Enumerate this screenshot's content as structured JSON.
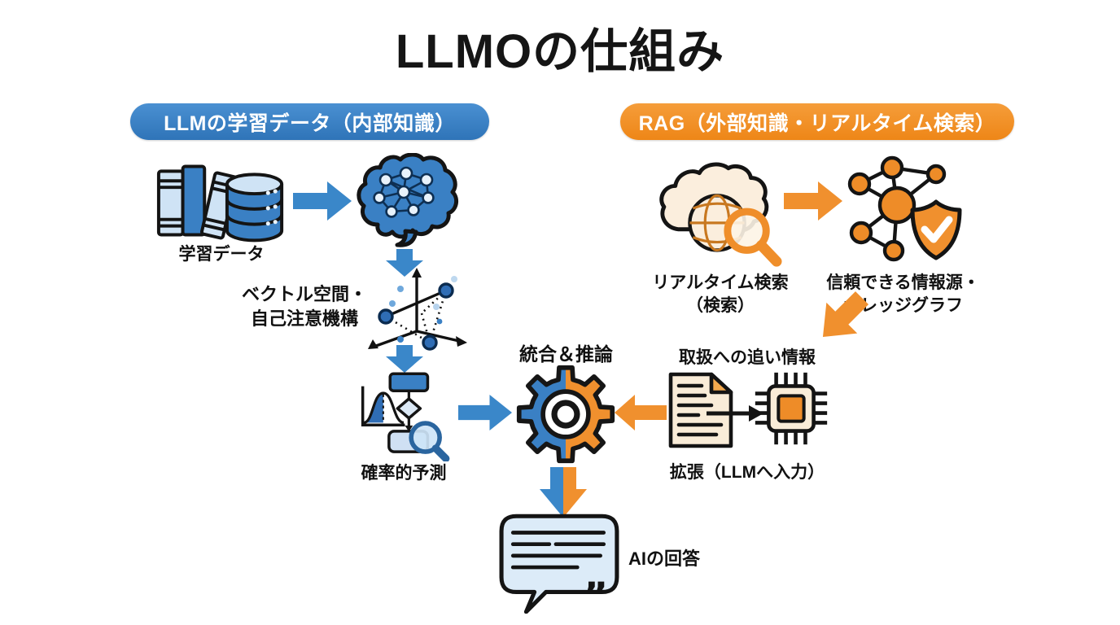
{
  "title": "LLMOの仕組み",
  "colors": {
    "blue": "#3a80c4",
    "orange": "#f0902e",
    "black": "#111111"
  },
  "headers": {
    "llm": "LLMの学習データ（内部知識）",
    "rag": "RAG（外部知識・リアルタイム検索）"
  },
  "nodes": {
    "training_data": {
      "label": "学習データ",
      "icon": "books-database-icon"
    },
    "brain": {
      "icon": "brain-network-icon"
    },
    "vector_space": {
      "line1": "ベクトル空間・",
      "line2": "自己注意機構",
      "icon": "vector-space-icon"
    },
    "probabilistic": {
      "label": "確率的予測",
      "icon": "flowchart-magnifier-icon"
    },
    "integration": {
      "label": "統合＆推論",
      "icon": "gear-icon"
    },
    "realtime": {
      "line1": "リアルタイム検索",
      "line2": "（検索）",
      "icon": "cloud-globe-search-icon"
    },
    "trusted": {
      "line1": "信頼できる情報源・",
      "line2": "ナレッジグラフ",
      "icon": "knowledge-graph-shield-icon"
    },
    "context": {
      "label": "取扱への追い情報"
    },
    "augmentation": {
      "label": "拡張（LLMへ入力）",
      "icon": "document-to-chip-icon"
    },
    "answer": {
      "label": "AIの回答",
      "icon": "speech-bubble-icon"
    }
  }
}
